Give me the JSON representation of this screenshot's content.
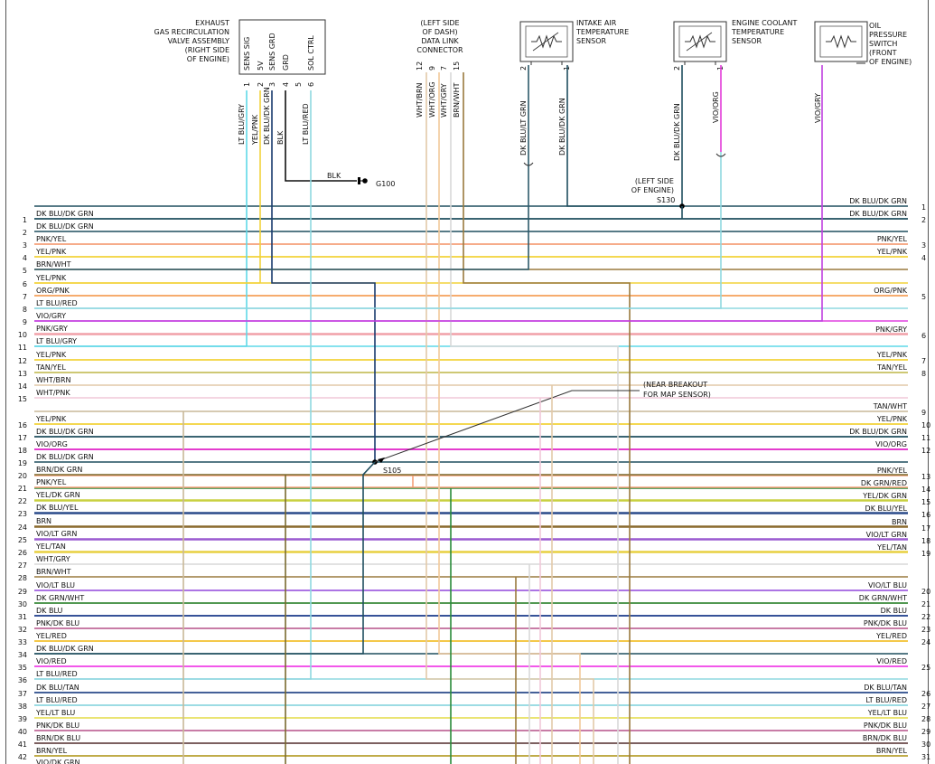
{
  "components": {
    "egr": {
      "title": [
        "EXHAUST",
        "GAS RECIRCULATION",
        "VALVE ASSEMBLY",
        "(RIGHT SIDE",
        "OF ENGINE)"
      ],
      "pins": [
        {
          "num": "1",
          "name": "SENS SIG",
          "wire": "LT BLU/GRY",
          "color": "#5fd8e8"
        },
        {
          "num": "2",
          "name": "5V",
          "wire": "YEL/PNK",
          "color": "#f2d23a"
        },
        {
          "num": "3",
          "name": "SENS GRD",
          "wire": "DK BLU/DK GRN",
          "color": "#1a3b6e"
        },
        {
          "num": "4",
          "name": "GRD",
          "wire": "BLK",
          "color": "#111111"
        },
        {
          "num": "5",
          "name": "",
          "wire": "",
          "color": ""
        },
        {
          "num": "6",
          "name": "SOL CTRL",
          "wire": "LT BLU/RED",
          "color": "#8fd8e0"
        }
      ]
    },
    "dlc": {
      "title": [
        "(LEFT SIDE",
        "OF DASH)",
        "DATA LINK",
        "CONNECTOR"
      ],
      "pins": [
        {
          "num": "12",
          "wire": "WHT/BRN",
          "color": "#e2c9a8"
        },
        {
          "num": "9",
          "wire": "WHT/ORG",
          "color": "#f2c99b"
        },
        {
          "num": "7",
          "wire": "WHT/GRY",
          "color": "#d8d8d8"
        },
        {
          "num": "15",
          "wire": "BRN/WHT",
          "color": "#9a7a3e"
        }
      ]
    },
    "iat": {
      "title": [
        "INTAKE AIR",
        "TEMPERATURE",
        "SENSOR"
      ],
      "pins": [
        {
          "num": "2",
          "wire": "DK BLU/LT GRN",
          "color": "#2d5a6a"
        },
        {
          "num": "1",
          "wire": "DK BLU/DK GRN",
          "color": "#1f4e5f"
        }
      ]
    },
    "ect": {
      "title": [
        "ENGINE COOLANT",
        "TEMPERATURE",
        "SENSOR"
      ],
      "pins": [
        {
          "num": "2",
          "wire": "DK BLU/DK GRN",
          "color": "#1f4e5f"
        },
        {
          "num": "1",
          "wire": "VIO/ORG",
          "color": "#e23ad8"
        }
      ]
    },
    "oil": {
      "title": [
        "OIL",
        "PRESSURE",
        "SWITCH",
        "(FRONT",
        "OF ENGINE)"
      ],
      "pins": [
        {
          "num": "",
          "wire": "VIO/GRY",
          "color": "#c040e0"
        }
      ]
    }
  },
  "ground": {
    "wire": "BLK",
    "label": "G100"
  },
  "splices": {
    "s130": {
      "label": "S130",
      "note": [
        "(LEFT SIDE",
        "OF ENGINE)"
      ]
    },
    "s105": {
      "label": "S105",
      "note": [
        "(NEAR BREAKOUT",
        "FOR MAP SENSOR)"
      ]
    }
  },
  "left_rows": [
    {
      "n": "1",
      "wire": "DK BLU/DK GRN",
      "color": "#1f4e5f"
    },
    {
      "n": "2",
      "wire": "DK BLU/DK GRN",
      "color": "#1f4e5f"
    },
    {
      "n": "3",
      "wire": "PNK/YEL",
      "color": "#f5a07a"
    },
    {
      "n": "4",
      "wire": "YEL/PNK",
      "color": "#f2d23a"
    },
    {
      "n": "5",
      "wire": "BRN/WHT",
      "color": "#9a7a3e"
    },
    {
      "n": "6",
      "wire": "YEL/PNK",
      "color": "#f2d23a"
    },
    {
      "n": "7",
      "wire": "ORG/PNK",
      "color": "#f5a05a"
    },
    {
      "n": "8",
      "wire": "LT BLU/RED",
      "color": "#8fd8e0"
    },
    {
      "n": "9",
      "wire": "VIO/GRY",
      "color": "#e040e0"
    },
    {
      "n": "10",
      "wire": "PNK/GRY",
      "color": "#f0a0a8"
    },
    {
      "n": "11",
      "wire": "LT BLU/GRY",
      "color": "#5fd8e8"
    },
    {
      "n": "12",
      "wire": "YEL/PNK",
      "color": "#f2d23a"
    },
    {
      "n": "13",
      "wire": "TAN/YEL",
      "color": "#c8c060"
    },
    {
      "n": "14",
      "wire": "WHT/BRN",
      "color": "#e2c9a8"
    },
    {
      "n": "15",
      "wire": "WHT/PNK",
      "color": "#f0c8d8"
    },
    {
      "n": "16",
      "wire": "YEL/PNK",
      "color": "#f2d23a"
    },
    {
      "n": "17",
      "wire": "DK BLU/DK GRN",
      "color": "#1f4e5f"
    },
    {
      "n": "18",
      "wire": "VIO/ORG",
      "color": "#e020c8"
    },
    {
      "n": "19",
      "wire": "DK BLU/DK GRN",
      "color": "#1f4e5f"
    },
    {
      "n": "20",
      "wire": "BRN/DK GRN",
      "color": "#7a6a2e"
    },
    {
      "n": "21",
      "wire": "PNK/YEL",
      "color": "#f5a07a"
    },
    {
      "n": "22",
      "wire": "YEL/DK GRN",
      "color": "#c8d040"
    },
    {
      "n": "23",
      "wire": "DK BLU/YEL",
      "color": "#2a4a8a"
    },
    {
      "n": "24",
      "wire": "BRN",
      "color": "#8a6a2e"
    },
    {
      "n": "25",
      "wire": "VIO/LT GRN",
      "color": "#9a5ad0"
    },
    {
      "n": "26",
      "wire": "YEL/TAN",
      "color": "#e8d040"
    },
    {
      "n": "27",
      "wire": "WHT/GRY",
      "color": "#d8d8d8"
    },
    {
      "n": "28",
      "wire": "BRN/WHT",
      "color": "#9a7a3e"
    },
    {
      "n": "29",
      "wire": "VIO/LT BLU",
      "color": "#a060e0"
    },
    {
      "n": "30",
      "wire": "DK GRN/WHT",
      "color": "#3a8a3a"
    },
    {
      "n": "31",
      "wire": "DK BLU",
      "color": "#1a3a8a"
    },
    {
      "n": "32",
      "wire": "PNK/DK BLU",
      "color": "#c06a9a"
    },
    {
      "n": "33",
      "wire": "YEL/RED",
      "color": "#f2c030"
    },
    {
      "n": "34",
      "wire": "DK BLU/DK GRN",
      "color": "#1f4e5f"
    },
    {
      "n": "35",
      "wire": "VIO/RED",
      "color": "#f040e8"
    },
    {
      "n": "36",
      "wire": "LT BLU/RED",
      "color": "#8fd8e0"
    },
    {
      "n": "37",
      "wire": "DK BLU/TAN",
      "color": "#2a4a8a"
    },
    {
      "n": "38",
      "wire": "LT BLU/RED",
      "color": "#8fd8e0"
    },
    {
      "n": "39",
      "wire": "YEL/LT BLU",
      "color": "#e8e060"
    },
    {
      "n": "40",
      "wire": "PNK/DK BLU",
      "color": "#c06a9a"
    },
    {
      "n": "41",
      "wire": "BRN/DK BLU",
      "color": "#6a4a4a"
    },
    {
      "n": "42",
      "wire": "BRN/YEL",
      "color": "#b8a030"
    },
    {
      "n": "",
      "wire": "VIO/DK GRN",
      "color": "#8a4a9a"
    }
  ],
  "right_rows": [
    {
      "n": "1",
      "wire": "DK BLU/DK GRN",
      "color": "#1f4e5f"
    },
    {
      "n": "2",
      "wire": "DK BLU/DK GRN",
      "color": "#1f4e5f"
    },
    {
      "n": "3",
      "wire": "PNK/YEL",
      "color": "#f5a07a"
    },
    {
      "n": "4",
      "wire": "YEL/PNK",
      "color": "#f2d23a"
    },
    {
      "n": "5",
      "wire": "ORG/PNK",
      "color": "#f5a05a"
    },
    {
      "n": "6",
      "wire": "PNK/GRY",
      "color": "#f0a0a8"
    },
    {
      "n": "7",
      "wire": "YEL/PNK",
      "color": "#f2d23a"
    },
    {
      "n": "8",
      "wire": "TAN/YEL",
      "color": "#c8c060"
    },
    {
      "n": "9",
      "wire": "TAN/WHT",
      "color": "#c8b898"
    },
    {
      "n": "10",
      "wire": "YEL/PNK",
      "color": "#f2d23a"
    },
    {
      "n": "11",
      "wire": "DK BLU/DK GRN",
      "color": "#1f4e5f"
    },
    {
      "n": "12",
      "wire": "VIO/ORG",
      "color": "#e020c8"
    },
    {
      "n": "13",
      "wire": "PNK/YEL",
      "color": "#f5a07a"
    },
    {
      "n": "14",
      "wire": "DK GRN/RED",
      "color": "#2a8a3a"
    },
    {
      "n": "15",
      "wire": "YEL/DK GRN",
      "color": "#c8d040"
    },
    {
      "n": "16",
      "wire": "DK BLU/YEL",
      "color": "#2a4a8a"
    },
    {
      "n": "17",
      "wire": "BRN",
      "color": "#8a6a2e"
    },
    {
      "n": "18",
      "wire": "VIO/LT GRN",
      "color": "#9a5ad0"
    },
    {
      "n": "19",
      "wire": "YEL/TAN",
      "color": "#e8d040"
    },
    {
      "n": "20",
      "wire": "VIO/LT BLU",
      "color": "#a060e0"
    },
    {
      "n": "21",
      "wire": "DK GRN/WHT",
      "color": "#3a8a3a"
    },
    {
      "n": "22",
      "wire": "DK BLU",
      "color": "#1a3a8a"
    },
    {
      "n": "23",
      "wire": "PNK/DK BLU",
      "color": "#c06a9a"
    },
    {
      "n": "24",
      "wire": "YEL/RED",
      "color": "#f2c030"
    },
    {
      "n": "25",
      "wire": "VIO/RED",
      "color": "#f040e8"
    },
    {
      "n": "26",
      "wire": "DK BLU/TAN",
      "color": "#2a4a8a"
    },
    {
      "n": "27",
      "wire": "LT BLU/RED",
      "color": "#8fd8e0"
    },
    {
      "n": "28",
      "wire": "YEL/LT BLU",
      "color": "#e8e060"
    },
    {
      "n": "29",
      "wire": "PNK/DK BLU",
      "color": "#c06a9a"
    },
    {
      "n": "30",
      "wire": "BRN/DK BLU",
      "color": "#6a4a4a"
    },
    {
      "n": "31",
      "wire": "BRN/YEL",
      "color": "#b8a030"
    }
  ]
}
